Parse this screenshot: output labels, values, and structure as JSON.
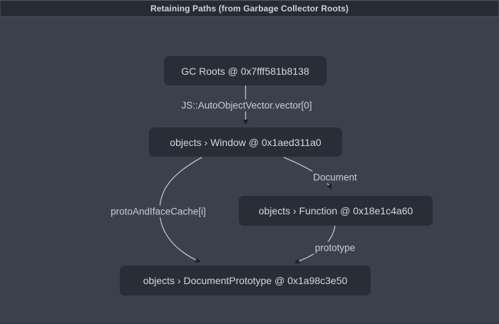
{
  "window": {
    "title": "Retaining Paths (from Garbage Collector Roots)"
  },
  "graph": {
    "nodes": [
      {
        "id": "gc-roots",
        "label": "GC Roots @ 0x7fff581b8138"
      },
      {
        "id": "window",
        "label": "objects › Window @ 0x1aed311a0"
      },
      {
        "id": "function",
        "label": "objects › Function @ 0x18e1c4a60"
      },
      {
        "id": "document-prototype",
        "label": "objects › DocumentPrototype @ 0x1a98c3e50"
      }
    ],
    "edges": [
      {
        "from": "gc-roots",
        "to": "window",
        "label": "JS::AutoObjectVector.vector[0]"
      },
      {
        "from": "window",
        "to": "function",
        "label": "Document"
      },
      {
        "from": "window",
        "to": "document-prototype",
        "label": "protoAndIfaceCache[i]"
      },
      {
        "from": "function",
        "to": "document-prototype",
        "label": "prototype"
      }
    ],
    "colors": {
      "canvas_bg": "#3a414c",
      "titlebar_bg": "#262b34",
      "node_bg": "#282d37",
      "node_text": "#d5d8dd",
      "edge_line": "#bcc1c9",
      "edge_label_text": "#c9cdd3",
      "arrowhead": "#1d212a"
    }
  }
}
